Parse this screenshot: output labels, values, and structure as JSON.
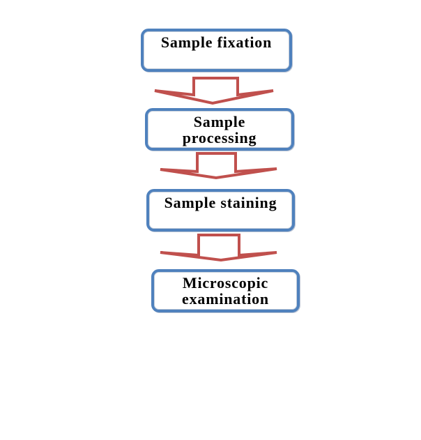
{
  "diagram": {
    "type": "flowchart",
    "orientation": "vertical",
    "steps": [
      {
        "label": "Sample fixation"
      },
      {
        "label": "Sample\nprocessing"
      },
      {
        "label": "Sample staining"
      },
      {
        "label": "Microscopic\nexamination"
      }
    ],
    "connectors": [
      {
        "name": "down-arrow",
        "from": "Sample fixation",
        "to": "Sample processing"
      },
      {
        "name": "down-arrow",
        "from": "Sample processing",
        "to": "Sample staining"
      },
      {
        "name": "down-arrow",
        "from": "Sample staining",
        "to": "Microscopic examination"
      }
    ],
    "colors": {
      "background": "#FFFFFF",
      "box_border": "#4F81BD",
      "box_fill": "#FFFFFF",
      "arrow_outline": "#C0504D",
      "arrow_fill": "#FFFFFF",
      "text": "#000000"
    }
  }
}
